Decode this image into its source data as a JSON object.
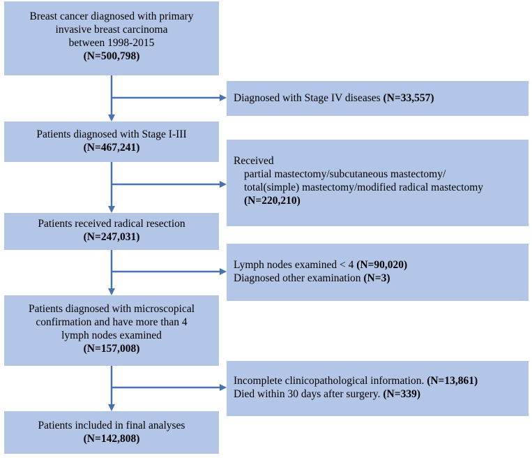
{
  "main_boxes": [
    {
      "lines": [
        {
          "text": "Breast cancer diagnosed with primary",
          "bold": ""
        },
        {
          "text": "invasive breast carcinoma",
          "bold": ""
        },
        {
          "text": "between 1998-2015",
          "bold": ""
        },
        {
          "text": "",
          "bold": "(N=500,798)"
        }
      ]
    },
    {
      "lines": [
        {
          "text": "Patients diagnosed with Stage I-III",
          "bold": ""
        },
        {
          "text": "",
          "bold": "(N=467,241)"
        }
      ]
    },
    {
      "lines": [
        {
          "text": "Patients received radical resection",
          "bold": ""
        },
        {
          "text": "",
          "bold": "(N=247,031)"
        }
      ]
    },
    {
      "lines": [
        {
          "text": "Patients diagnosed with microscopical",
          "bold": ""
        },
        {
          "text": "confirmation and have more than 4",
          "bold": ""
        },
        {
          "text": "lymph nodes examined",
          "bold": ""
        },
        {
          "text": "",
          "bold": "(N=157,008)"
        }
      ]
    },
    {
      "lines": [
        {
          "text": "Patients included in final analyses",
          "bold": ""
        },
        {
          "text": "",
          "bold": "(N=142,808)"
        }
      ]
    }
  ],
  "side_boxes": [
    {
      "lines": [
        {
          "text": "Diagnosed with Stage IV diseases ",
          "bold": "(N=33,557)"
        }
      ]
    },
    {
      "lines": [
        {
          "text": "Received",
          "bold": ""
        },
        {
          "text": "partial mastectomy/subcutaneous mastectomy/",
          "bold": ""
        },
        {
          "text": "total(simple) mastectomy/modified  radical mastectomy",
          "bold": ""
        },
        {
          "text": "",
          "bold": "(N=220,210)"
        }
      ]
    },
    {
      "lines": [
        {
          "text": "Lymph nodes examined < 4 ",
          "bold": "(N=90,020)"
        },
        {
          "text": "Diagnosed other examination ",
          "bold": "(N=3)"
        }
      ]
    },
    {
      "lines": [
        {
          "text": "Incomplete clinicopathological information. ",
          "bold": "(N=13,861)"
        },
        {
          "text": "Died within 30 days after surgery. ",
          "bold": "(N=339)"
        }
      ]
    }
  ],
  "colors": {
    "box_fill": "#b4c6e7",
    "arrow": "#4a72b0"
  }
}
